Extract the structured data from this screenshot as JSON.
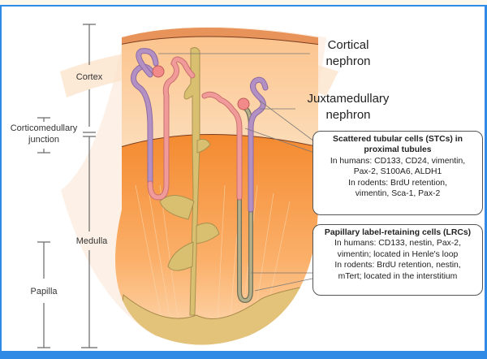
{
  "diagram": {
    "title": "Kidney nephron stem/progenitor cell niches",
    "region_labels": {
      "cortex": "Cortex",
      "corticomedullary": [
        "Corticomedullary",
        "junction"
      ],
      "medulla": "Medulla",
      "papilla": "Papilla"
    },
    "nephron_labels": {
      "cortical": [
        "Cortical",
        "nephron"
      ],
      "juxtamedullary": [
        "Juxtamedullary",
        "nephron"
      ]
    },
    "boxes": {
      "stc": {
        "title": [
          "Scattered tubular cells (STCs) in",
          "proximal tubules"
        ],
        "lines": [
          "In humans: CD133, CD24, vimentin,",
          "Pax-2, S100A6, ALDH1",
          "In rodents: BrdU retention,",
          "vimentin, Sca-1, Pax-2"
        ]
      },
      "lrc": {
        "title": [
          "Papillary label-retaining cells (LRCs)"
        ],
        "lines": [
          "In humans: CD133, nestin, Pax-2,",
          "vimentin; located in Henle's loop",
          "In rodents: BrdU retention, nestin,",
          "mTert; located in the interstitium"
        ]
      }
    },
    "colors": {
      "frame": "#2f8ae6",
      "cortex": "#fcc98f",
      "medulla": "#f7923a",
      "capsule": "#e8935a",
      "collecting_duct": "#d8c070",
      "pelvis": "#e3c27a",
      "proximal_tubule": "#b390c4",
      "distal_tubule": "#f19a9a",
      "glomerulus": "#f28a8a"
    }
  }
}
